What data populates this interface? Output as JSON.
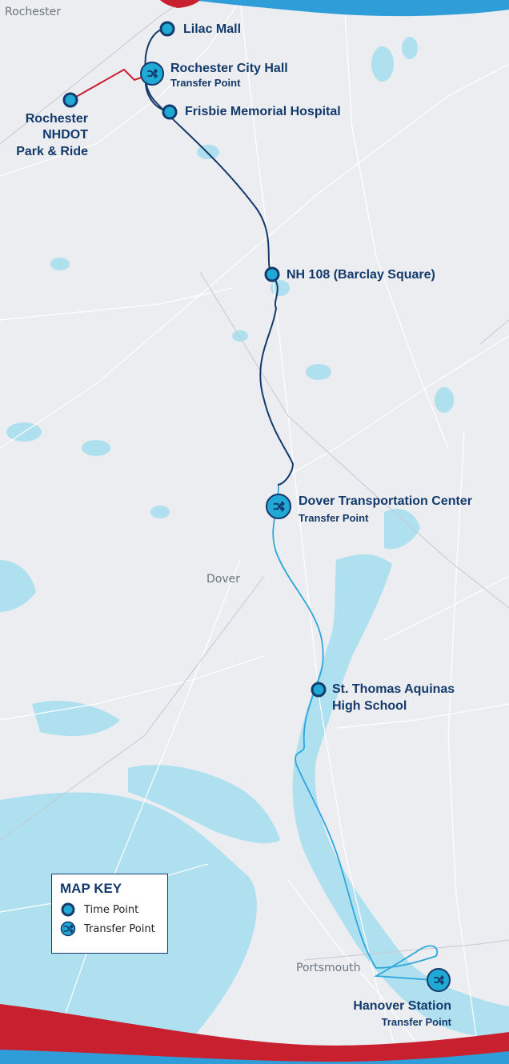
{
  "colors": {
    "land": "#ebedf0",
    "water": "#aee0ef",
    "road": "#ffffff",
    "route_north": "#143a6b",
    "route_south": "#2fa6dc",
    "route_spur": "#c8202f",
    "stop_fill": "#21a9d6",
    "stop_stroke": "#143a6b",
    "label": "#143a6b",
    "banner_red": "#c8202f",
    "banner_blue": "#2f9ed8"
  },
  "towns": {
    "rochester": "Rochester",
    "dover": "Dover",
    "portsmouth": "Portsmouth"
  },
  "stops": {
    "lilac_mall": {
      "name": "Lilac Mall",
      "type": "time-point"
    },
    "rochester_city_hall": {
      "name": "Rochester City Hall",
      "sub": "Transfer Point",
      "type": "transfer-point"
    },
    "frisbie": {
      "name": "Frisbie Memorial Hospital",
      "type": "time-point"
    },
    "park_ride": {
      "line1": "Rochester",
      "line2": "NHDOT",
      "line3": "Park & Ride",
      "type": "time-point"
    },
    "nh108": {
      "name": "NH 108 (Barclay Square)",
      "type": "time-point"
    },
    "dover_tc": {
      "name": "Dover Transportation Center",
      "sub": "Transfer Point",
      "type": "transfer-point"
    },
    "st_thomas": {
      "line1": "St. Thomas Aquinas",
      "line2": "High School",
      "type": "time-point"
    },
    "hanover": {
      "name": "Hanover Station",
      "sub": "Transfer Point",
      "type": "transfer-point"
    }
  },
  "map_key": {
    "title": "MAP KEY",
    "time_point": "Time Point",
    "transfer_point": "Transfer Point"
  }
}
